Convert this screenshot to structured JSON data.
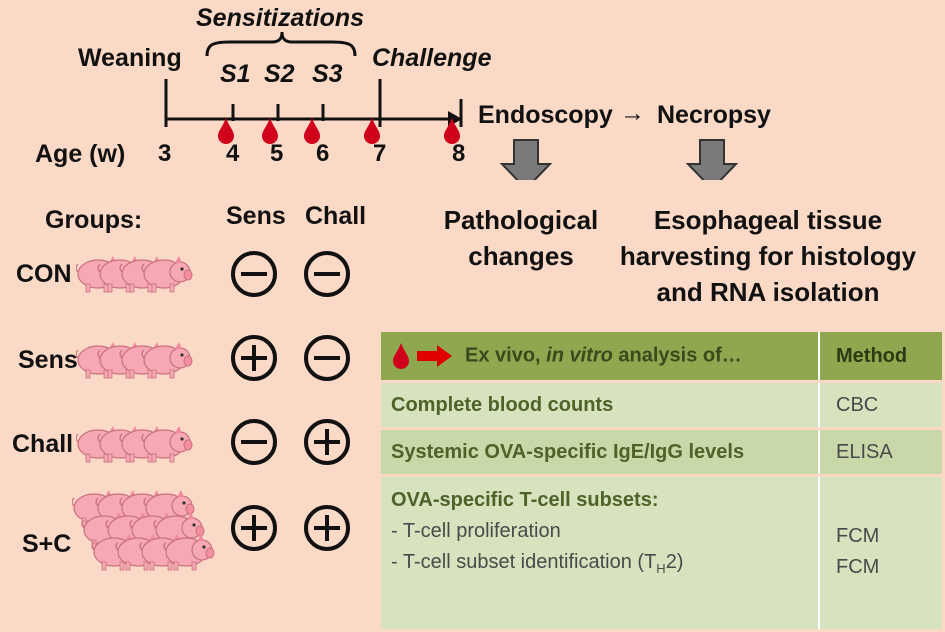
{
  "timeline": {
    "sensitizations_label": "Sensitizations",
    "weaning_label": "Weaning",
    "challenge_label": "Challenge",
    "s_labels": [
      "S1",
      "S2",
      "S3"
    ],
    "age_label": "Age (w)",
    "ticks": [
      "3",
      "4",
      "5",
      "6",
      "7",
      "8"
    ],
    "endoscopy_label": "Endoscopy",
    "arrow_glyph": "→",
    "necropsy_label": "Necropsy"
  },
  "outcomes": {
    "pathological": "Pathological changes",
    "esophageal": "Esophageal tissue harvesting for histology and RNA isolation"
  },
  "groups": {
    "header": "Groups:",
    "sens_header": "Sens",
    "chall_header": "Chall",
    "rows": [
      {
        "name": "CON",
        "sens": "-",
        "chall": "-"
      },
      {
        "name": "Sens",
        "sens": "+",
        "chall": "-"
      },
      {
        "name": "Chall",
        "sens": "-",
        "chall": "+"
      },
      {
        "name": "S+C",
        "sens": "+",
        "chall": "+"
      }
    ]
  },
  "analysis": {
    "header_text_1": "Ex vivo, ",
    "header_text_italic": "in vitro",
    "header_text_2": " analysis of…",
    "method_header": "Method",
    "rows": [
      {
        "label": "Complete blood counts",
        "method": "CBC"
      },
      {
        "label": "Systemic OVA-specific IgE/IgG levels",
        "method": "ELISA"
      }
    ],
    "tcell": {
      "label": "OVA-specific T-cell subsets:",
      "items": [
        {
          "text": "-   T-cell proliferation",
          "method": "FCM"
        },
        {
          "text": "-   T-cell subset identification (T",
          "sub": "H",
          "after": "2)",
          "method": "FCM"
        }
      ]
    }
  },
  "colors": {
    "background": "#fbd9c7",
    "blood_drop": "#d0021b",
    "table_header": "#8fa74e",
    "table_row": "#d7e2be",
    "arrow_red": "#e00000",
    "down_arrow": "#7a7a7a",
    "pig": "#f6a9b4"
  },
  "icons": [
    "blood-drop-icon",
    "pig-icon",
    "minus-circle-icon",
    "plus-circle-icon",
    "down-arrow-icon",
    "red-arrow-icon"
  ]
}
